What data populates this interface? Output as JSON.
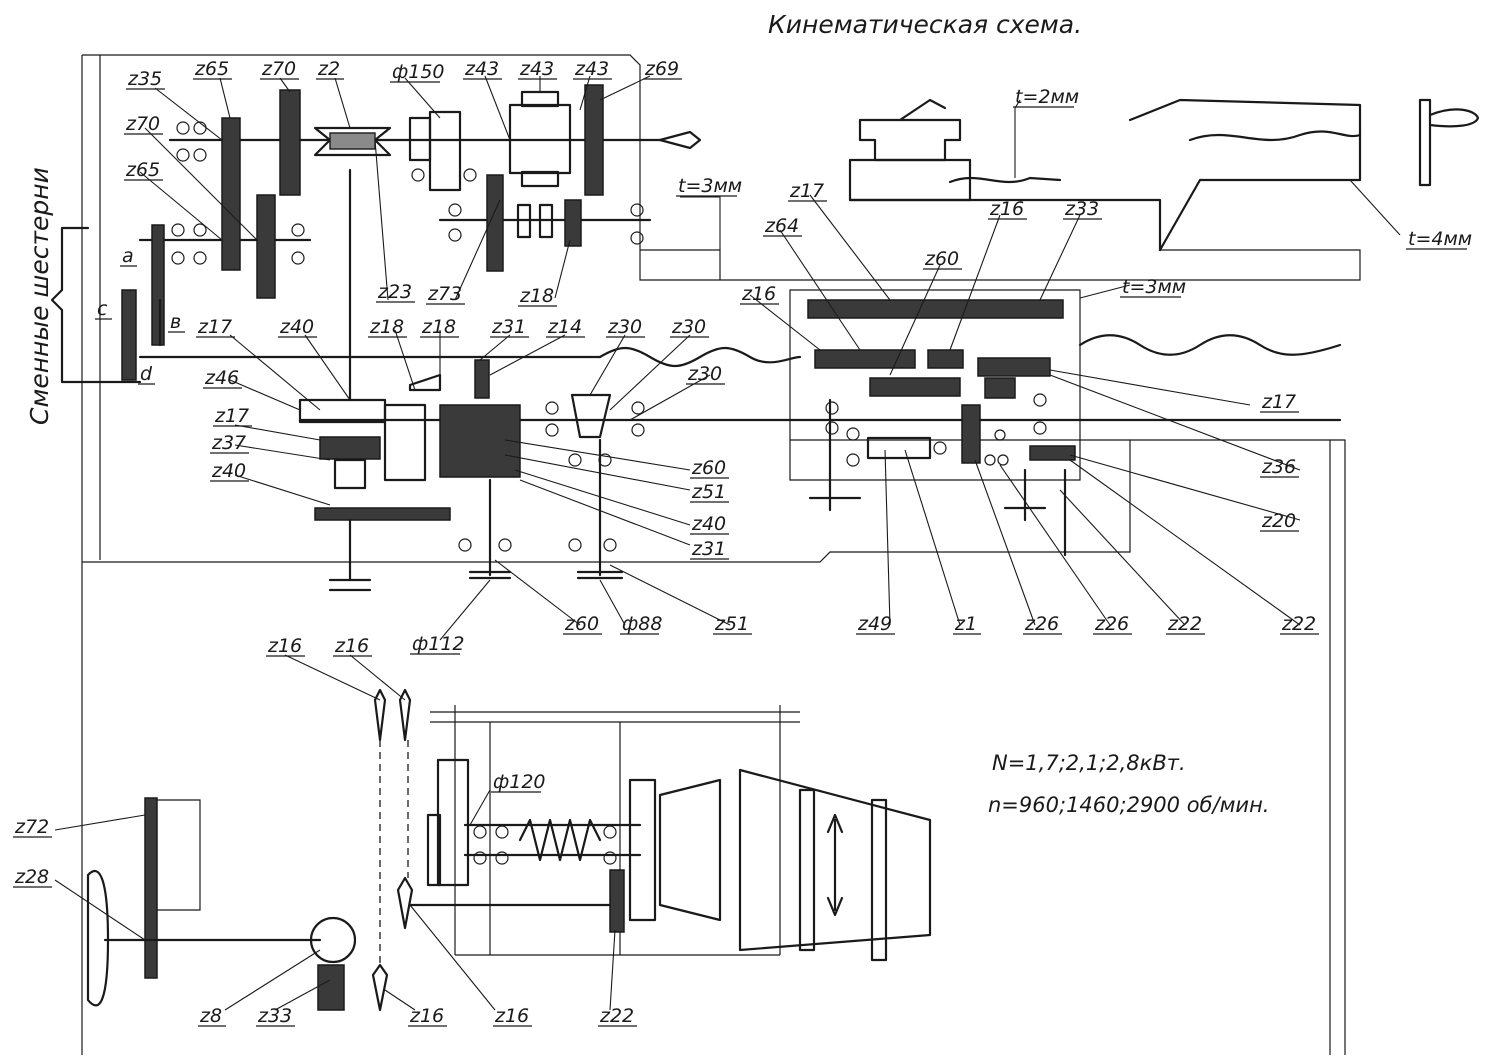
{
  "title": "Кинематическая схема.",
  "side_label": "Сменные шестерни",
  "specs": {
    "power": "N=1,7;2,1;2,8кВт.",
    "speed": "n=960;1460;2900 об/мин."
  },
  "labels": [
    {
      "id": "z65-top",
      "text": "z65"
    },
    {
      "id": "z70-top",
      "text": "z70"
    },
    {
      "id": "z2",
      "text": "z2"
    },
    {
      "id": "phi150",
      "text": "ф150"
    },
    {
      "id": "z43-a",
      "text": "z43"
    },
    {
      "id": "z43-b",
      "text": "z43"
    },
    {
      "id": "z43-c",
      "text": "z43"
    },
    {
      "id": "z69",
      "text": "z69"
    },
    {
      "id": "z35",
      "text": "z35"
    },
    {
      "id": "z70-left",
      "text": "z70"
    },
    {
      "id": "z65-left",
      "text": "z65"
    },
    {
      "id": "gear-a",
      "text": "a"
    },
    {
      "id": "gear-b",
      "text": "в"
    },
    {
      "id": "gear-c",
      "text": "c"
    },
    {
      "id": "gear-d",
      "text": "d"
    },
    {
      "id": "t3-left",
      "text": "t=3мм"
    },
    {
      "id": "t2",
      "text": "t=2мм"
    },
    {
      "id": "t4",
      "text": "t=4мм"
    },
    {
      "id": "t3-right",
      "text": "t=3мм"
    },
    {
      "id": "z23",
      "text": "z23"
    },
    {
      "id": "z73",
      "text": "z73"
    },
    {
      "id": "z18-top",
      "text": "z18"
    },
    {
      "id": "z17-car",
      "text": "z17"
    },
    {
      "id": "z64",
      "text": "z64"
    },
    {
      "id": "z16-car",
      "text": "z16"
    },
    {
      "id": "z33-car",
      "text": "z33"
    },
    {
      "id": "z60-car",
      "text": "z60"
    },
    {
      "id": "z16-apron",
      "text": "z16"
    },
    {
      "id": "z17-left",
      "text": "z17"
    },
    {
      "id": "z40-a",
      "text": "z40"
    },
    {
      "id": "z18-mid",
      "text": "z18"
    },
    {
      "id": "z18-mid2",
      "text": "z18"
    },
    {
      "id": "z31-mid",
      "text": "z31"
    },
    {
      "id": "z14",
      "text": "z14"
    },
    {
      "id": "z30-a",
      "text": "z30"
    },
    {
      "id": "z30-b",
      "text": "z30"
    },
    {
      "id": "z30-c",
      "text": "z30"
    },
    {
      "id": "z46",
      "text": "z46"
    },
    {
      "id": "z17-mid",
      "text": "z17"
    },
    {
      "id": "z37",
      "text": "z37"
    },
    {
      "id": "z40-b",
      "text": "z40"
    },
    {
      "id": "z60-mid",
      "text": "z60"
    },
    {
      "id": "z51-mid",
      "text": "z51"
    },
    {
      "id": "z40-c",
      "text": "z40"
    },
    {
      "id": "z31-low",
      "text": "z31"
    },
    {
      "id": "z17-right",
      "text": "z17"
    },
    {
      "id": "z36",
      "text": "z36"
    },
    {
      "id": "z20",
      "text": "z20"
    },
    {
      "id": "z60-bot",
      "text": "z60"
    },
    {
      "id": "phi88",
      "text": "ф88"
    },
    {
      "id": "z51-bot",
      "text": "z51"
    },
    {
      "id": "phi112",
      "text": "ф112"
    },
    {
      "id": "z49",
      "text": "z49"
    },
    {
      "id": "z1",
      "text": "z1"
    },
    {
      "id": "z26-a",
      "text": "z26"
    },
    {
      "id": "z26-b",
      "text": "z26"
    },
    {
      "id": "z22-a",
      "text": "z22"
    },
    {
      "id": "z22-b",
      "text": "z22"
    },
    {
      "id": "z16-ba",
      "text": "z16"
    },
    {
      "id": "z16-bb",
      "text": "z16"
    },
    {
      "id": "phi120",
      "text": "ф120"
    },
    {
      "id": "z72",
      "text": "z72"
    },
    {
      "id": "z28",
      "text": "z28"
    },
    {
      "id": "z8",
      "text": "z8"
    },
    {
      "id": "z33-bot",
      "text": "z33"
    },
    {
      "id": "z16-bc",
      "text": "z16"
    },
    {
      "id": "z16-bd",
      "text": "z16"
    },
    {
      "id": "z22-bot",
      "text": "z22"
    }
  ]
}
